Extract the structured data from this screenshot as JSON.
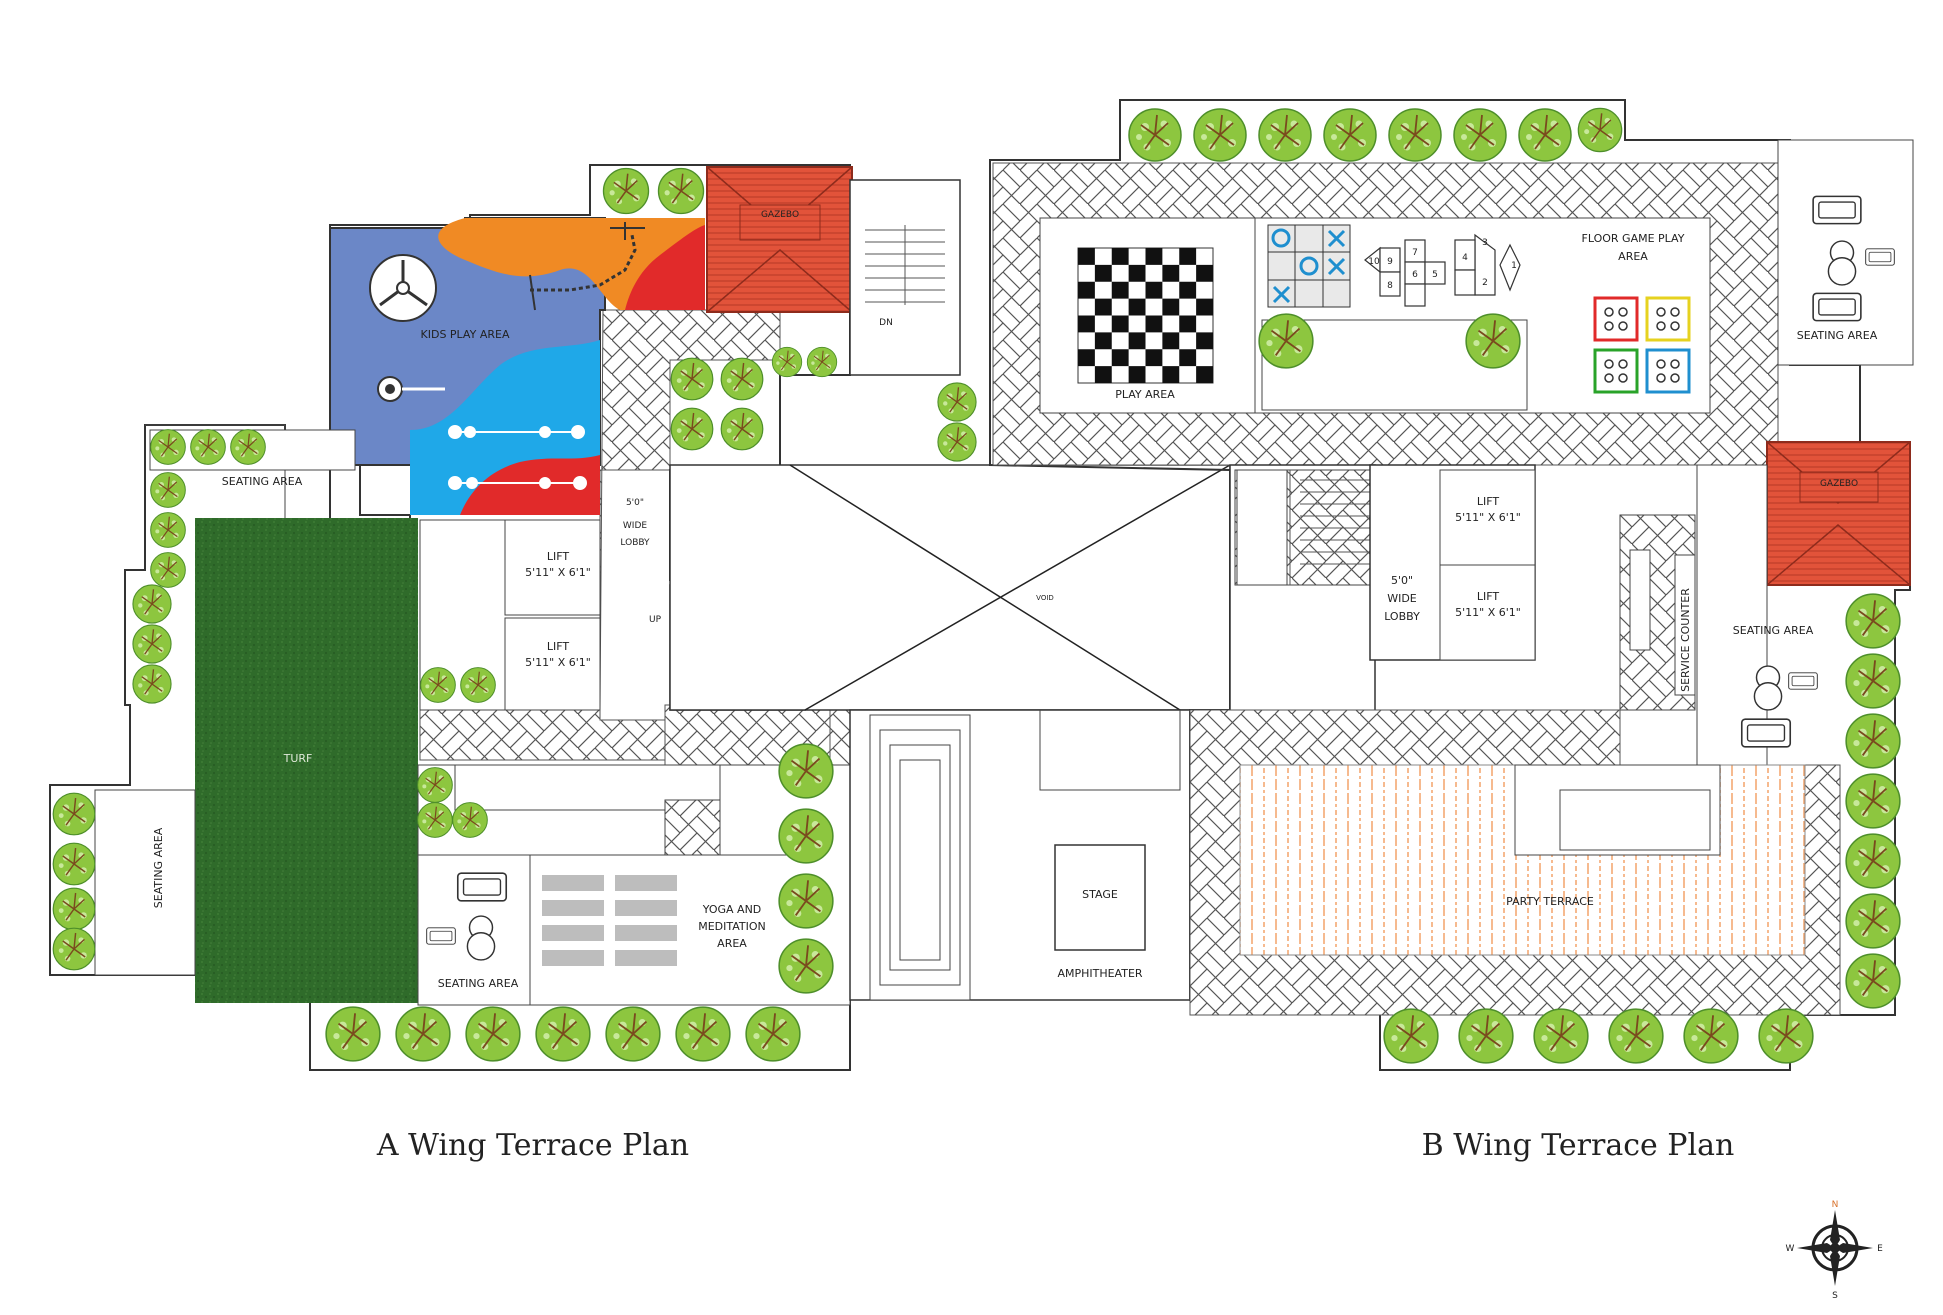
{
  "plan": {
    "wing_a_title": "A Wing Terrace Plan",
    "wing_b_title": "B Wing Terrace Plan",
    "compass": {
      "n": "N",
      "s": "S",
      "e": "E",
      "w": "W"
    },
    "colors": {
      "turf": "#2f6b2a",
      "gazebo": "#e2533a",
      "kids_blue": "#6b87c7",
      "kids_orange": "#f08a24",
      "kids_red": "#e12a2a",
      "kids_cyan": "#1fa8e8",
      "deck": "#f4a36a",
      "tree": "#8dc63f"
    },
    "labels": {
      "gazebo_a": "GAZEBO",
      "gazebo_b": "GAZEBO",
      "kids_play_area": "KIDS PLAY AREA",
      "seating_area_top": "SEATING AREA",
      "turf": "TURF",
      "seating_area_left": "SEATING AREA",
      "seating_area_bottom": "SEATING AREA",
      "yoga_line1": "YOGA AND",
      "yoga_line2": "MEDITATION",
      "yoga_line3": "AREA",
      "lobby_a_line1": "5'0\"",
      "lobby_a_line2": "WIDE",
      "lobby_a_line3": "LOBBY",
      "lift": "LIFT",
      "lift_size": "5'11\" X 6'1\"",
      "dn": "DN",
      "up": "UP",
      "void": "VOID",
      "play_area": "PLAY AREA",
      "floor_game_line1": "FLOOR GAME PLAY",
      "floor_game_line2": "AREA",
      "seating_area_b_top": "SEATING AREA",
      "seating_area_b_right": "SEATING AREA",
      "service_counter": "SERVICE COUNTER",
      "stage": "STAGE",
      "amphitheater": "AMPHITHEATER",
      "party_terrace": "PARTY TERRACE",
      "lobby_b_line1": "5'0\"",
      "lobby_b_line2": "WIDE",
      "lobby_b_line3": "LOBBY"
    },
    "hopscotch": [
      "1",
      "2",
      "3",
      "4",
      "5",
      "6",
      "7",
      "8",
      "9",
      "10"
    ]
  }
}
